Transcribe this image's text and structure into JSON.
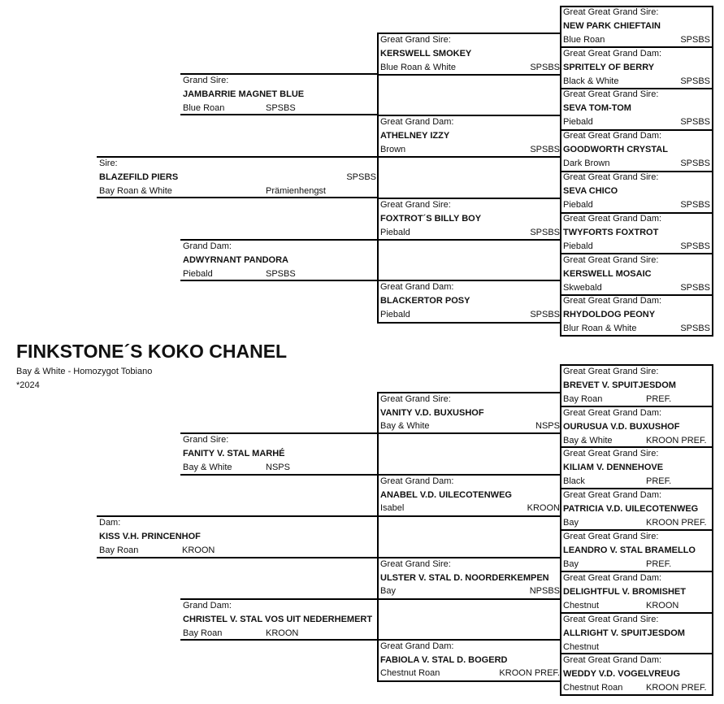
{
  "subject": {
    "name": "FINKSTONE´S KOKO CHANEL",
    "color": "Bay & White - Homozygot Tobiano",
    "born": "*2024"
  },
  "sire": {
    "label": "Sire:",
    "name": "BLAZEFILD PIERS",
    "color": "Bay  Roan & White",
    "reg": "SPSBS",
    "note": "Prämienhengst",
    "grand_sire": {
      "label": "Grand Sire:",
      "name": "JAMBARRIE MAGNET BLUE",
      "color": "Blue Roan",
      "reg": "SPSBS",
      "ggs": {
        "label": "Great Grand Sire:",
        "name": "KERSWELL SMOKEY",
        "color": "Blue Roan & White",
        "reg": "SPSBS",
        "gggs": {
          "label": "Great Great Grand Sire:",
          "name": "NEW PARK CHIEFTAIN",
          "color": "Blue Roan",
          "reg": "SPSBS"
        },
        "gggd": {
          "label": "Great Great Grand Dam:",
          "name": "SPRITELY OF BERRY",
          "color": "Black & White",
          "reg": "SPSBS"
        }
      },
      "ggd": {
        "label": "Great Grand Dam:",
        "name": "ATHELNEY IZZY",
        "color": "Brown",
        "reg": "SPSBS",
        "gggs": {
          "label": "Great Great Grand Sire:",
          "name": "SEVA TOM-TOM",
          "color": "Piebald",
          "reg": "SPSBS"
        },
        "gggd": {
          "label": "Great Great Grand Dam:",
          "name": "GOODWORTH CRYSTAL",
          "color": "Dark Brown",
          "reg": "SPSBS"
        }
      }
    },
    "grand_dam": {
      "label": "Grand Dam:",
      "name": "ADWYRNANT PANDORA",
      "color": "Piebald",
      "reg": "SPSBS",
      "ggs": {
        "label": "Great Grand Sire:",
        "name": "FOXTROT´S BILLY BOY",
        "color": "Piebald",
        "reg": "SPSBS",
        "gggs": {
          "label": "Great Great Grand Sire:",
          "name": "SEVA CHICO",
          "color": "Piebald",
          "reg": "SPSBS"
        },
        "gggd": {
          "label": "Great Great Grand Dam:",
          "name": "TWYFORTS FOXTROT",
          "color": "Piebald",
          "reg": "SPSBS"
        }
      },
      "ggd": {
        "label": "Great Grand Dam:",
        "name": "BLACKERTOR POSY",
        "color": "Piebald",
        "reg": "SPSBS",
        "gggs": {
          "label": "Great Great Grand Sire:",
          "name": "KERSWELL MOSAIC",
          "color": "Skwebald",
          "reg": "SPSBS"
        },
        "gggd": {
          "label": "Great Great Grand Dam:",
          "name": "RHYDOLDOG PEONY",
          "color": "Blur Roan & White",
          "reg": "SPSBS"
        }
      }
    }
  },
  "dam": {
    "label": "Dam:",
    "name": "KISS V.H. PRINCENHOF",
    "color": "Bay Roan",
    "reg": "KROON",
    "grand_sire": {
      "label": "Grand Sire:",
      "name": "FANITY V. STAL MARHÉ",
      "color": "Bay & White",
      "reg": "NSPS",
      "ggs": {
        "label": "Great Grand Sire:",
        "name": "VANITY V.D. BUXUSHOF",
        "color": "Bay & White",
        "reg": "NSPS",
        "gggs": {
          "label": "Great Great Grand Sire:",
          "name": "BREVET V. SPUITJESDOM",
          "color": "Bay Roan",
          "reg": "PREF."
        },
        "gggd": {
          "label": "Great Great Grand Dam:",
          "name": "OURUSUA V.D. BUXUSHOF",
          "color": "Bay & White",
          "reg": "KROON PREF."
        }
      },
      "ggd": {
        "label": "Great Grand Dam:",
        "name": "ANABEL V.D. UILECOTENWEG",
        "color": "Isabel",
        "reg": "KROON",
        "gggs": {
          "label": "Great Great Grand Sire:",
          "name": "KILIAM V. DENNEHOVE",
          "color": "Black",
          "reg": "PREF."
        },
        "gggd": {
          "label": "Great Great Grand Dam:",
          "name": "PATRICIA V.D. UILECOTENWEG",
          "color": "Bay",
          "reg": "KROON PREF."
        }
      }
    },
    "grand_dam": {
      "label": "Grand Dam:",
      "name": "CHRISTEL V. STAL VOS UIT NEDERHEMERT",
      "color": "Bay Roan",
      "reg": "KROON",
      "ggs": {
        "label": "Great Grand Sire:",
        "name": "ULSTER V. STAL D. NOORDERKEMPEN",
        "color": "Bay",
        "reg": "NPSBS",
        "gggs": {
          "label": "Great Great Grand Sire:",
          "name": "LEANDRO V. STAL BRAMELLO",
          "color": "Bay",
          "reg": "PREF."
        },
        "gggd": {
          "label": "Great Great Grand Dam:",
          "name": "DELIGHTFUL V. BROMISHET",
          "color": "Chestnut",
          "reg": "KROON"
        }
      },
      "ggd": {
        "label": "Great Grand Dam:",
        "name": "FABIOLA V. STAL D. BOGERD",
        "color": "Chestnut Roan",
        "reg": "KROON PREF.",
        "gggs": {
          "label": "Great Great Grand Sire:",
          "name": "ALLRIGHT V. SPUITJESDOM",
          "color": "Chestnut",
          "reg": ""
        },
        "gggd": {
          "label": "Great Great Grand Dam:",
          "name": "WEDDY V.D. VOGELVREUG",
          "color": "Chestnut Roan",
          "reg": "KROON PREF."
        }
      }
    }
  }
}
